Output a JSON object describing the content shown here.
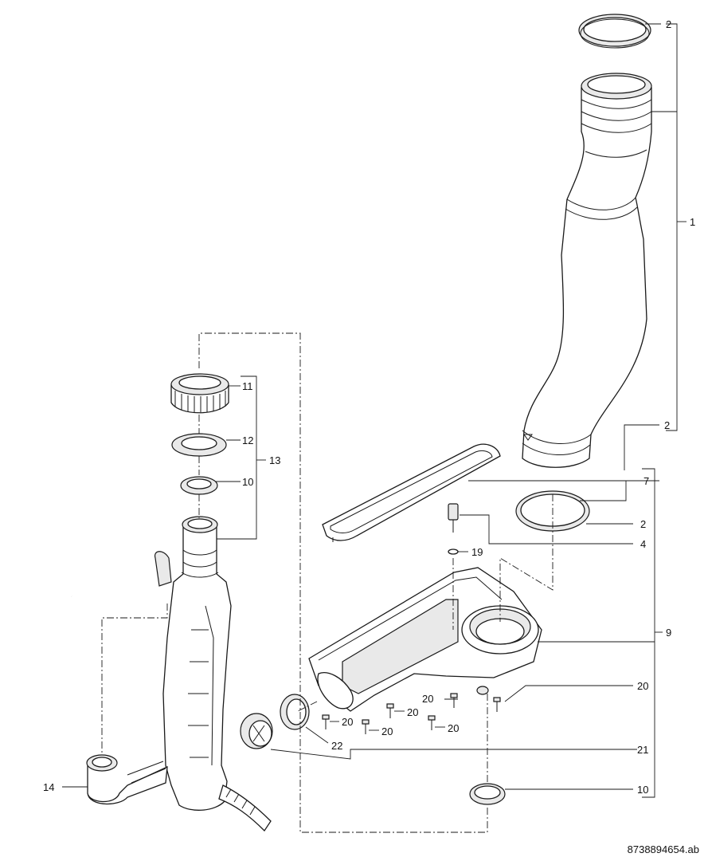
{
  "document_number": "8738894654.ab",
  "callouts": {
    "c2_top": "2",
    "c1": "1",
    "c2_mid": "2",
    "c7": "7",
    "c2_low": "2",
    "c4": "4",
    "c19": "19",
    "c9": "9",
    "c20_right": "20",
    "c20_a": "20",
    "c20_b": "20",
    "c20_c": "20",
    "c20_d": "20",
    "c20_e": "20",
    "c21": "21",
    "c22": "22",
    "c10_low": "10",
    "c11": "11",
    "c12": "12",
    "c10_up": "10",
    "c13": "13",
    "c14": "14"
  }
}
